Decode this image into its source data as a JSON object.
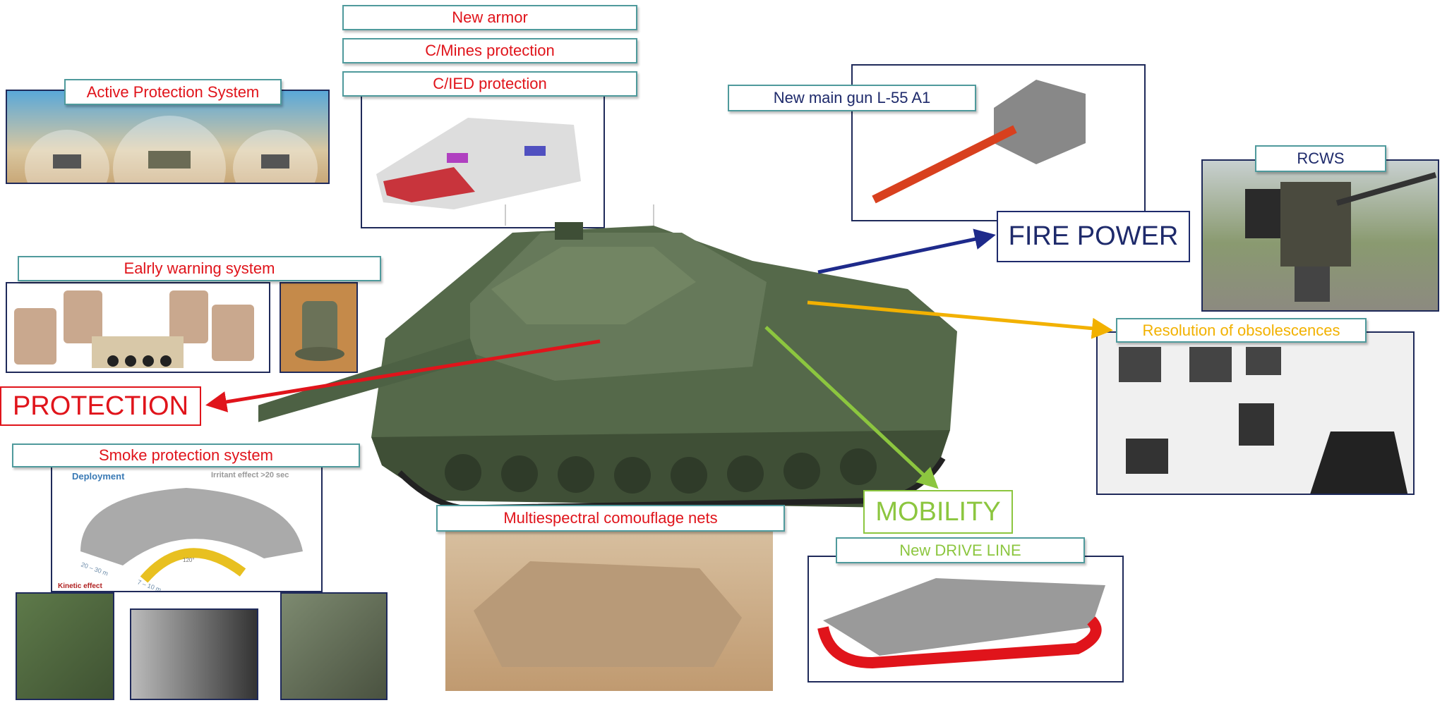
{
  "protection": {
    "title": "PROTECTION",
    "color": "#e0141b",
    "labels": {
      "new_armor": "New armor",
      "mines": "C/Mines protection",
      "ied": "C/IED protection",
      "aps": "Active Protection System",
      "early_warning": "Ealrly warning system",
      "smoke": "Smoke protection system"
    },
    "smoke_diagram": {
      "deployment": "Deployment",
      "irritant": "Irritant effect >20 sec",
      "kinetic": "Kinetic effect",
      "range1": "20 – 30 m",
      "range2": "7 – 10 m",
      "angle": "120°"
    }
  },
  "fire_power": {
    "title": "FIRE POWER",
    "color": "#1e2a6b",
    "labels": {
      "main_gun": "New main gun L-55 A1",
      "rcws": "RCWS"
    }
  },
  "obsolescence": {
    "label": "Resolution of obsolescences",
    "color": "#f2b100"
  },
  "mobility": {
    "title": "MOBILITY",
    "color": "#8cc63f",
    "labels": {
      "drive_line": "New DRIVE LINE"
    }
  },
  "camouflage": {
    "label": "Multiespectral comouflage nets"
  }
}
